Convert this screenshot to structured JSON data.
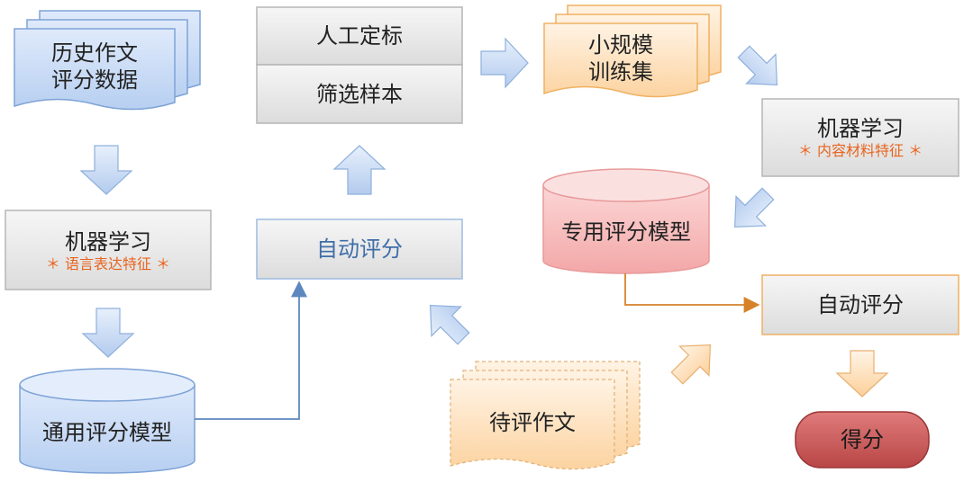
{
  "colors": {
    "blue_fill": "#cfe0f7",
    "blue_stroke": "#7ea3d6",
    "gray_fill": "#e8e8e8",
    "gray_stroke": "#b5b5b5",
    "orange_fill": "#fde3c2",
    "orange_stroke": "#efb163",
    "pink_fill": "#f7b8b8",
    "red_button": "#c75656",
    "accent_orange": "#e8641e",
    "accent_blue": "#3f6ea8"
  },
  "nodes": {
    "history_essays": {
      "line1": "历史作文",
      "line2": "评分数据"
    },
    "manual_calibration": "人工定标",
    "filter_samples": "筛选样本",
    "small_training_set": {
      "line1": "小规模",
      "line2": "训练集"
    },
    "ml_content": {
      "title": "机器学习",
      "subtitle": "＊ 内容材料特征 ＊"
    },
    "ml_language": {
      "title": "机器学习",
      "subtitle": "＊ 语言表达特征 ＊"
    },
    "auto_score_left": "自动评分",
    "dedicated_model": "专用评分模型",
    "auto_score_right": "自动评分",
    "general_model": "通用评分模型",
    "pending_essays": "待评作文",
    "score": "得分"
  }
}
